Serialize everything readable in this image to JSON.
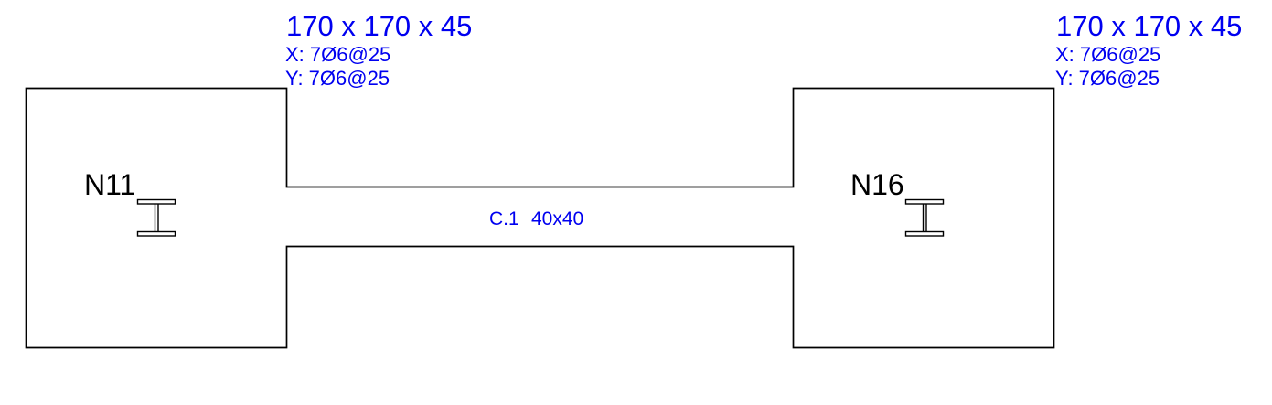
{
  "drawing": {
    "type": "foundation-plan-detail",
    "footings": [
      {
        "column_label": "N11",
        "dimensions": "170 x 170 x 45",
        "rebar_x": "X: 7Ø6@25",
        "rebar_y": "Y: 7Ø6@25"
      },
      {
        "column_label": "N16",
        "dimensions": "170 x 170 x 45",
        "rebar_x": "X: 7Ø6@25",
        "rebar_y": "Y: 7Ø6@25"
      }
    ],
    "tie_beam": {
      "name": "C.1",
      "section": "40x40"
    },
    "symbols": {
      "column_section": "steel-I-section"
    },
    "colors": {
      "annotation": "#0000f0",
      "outline": "#000000"
    }
  }
}
